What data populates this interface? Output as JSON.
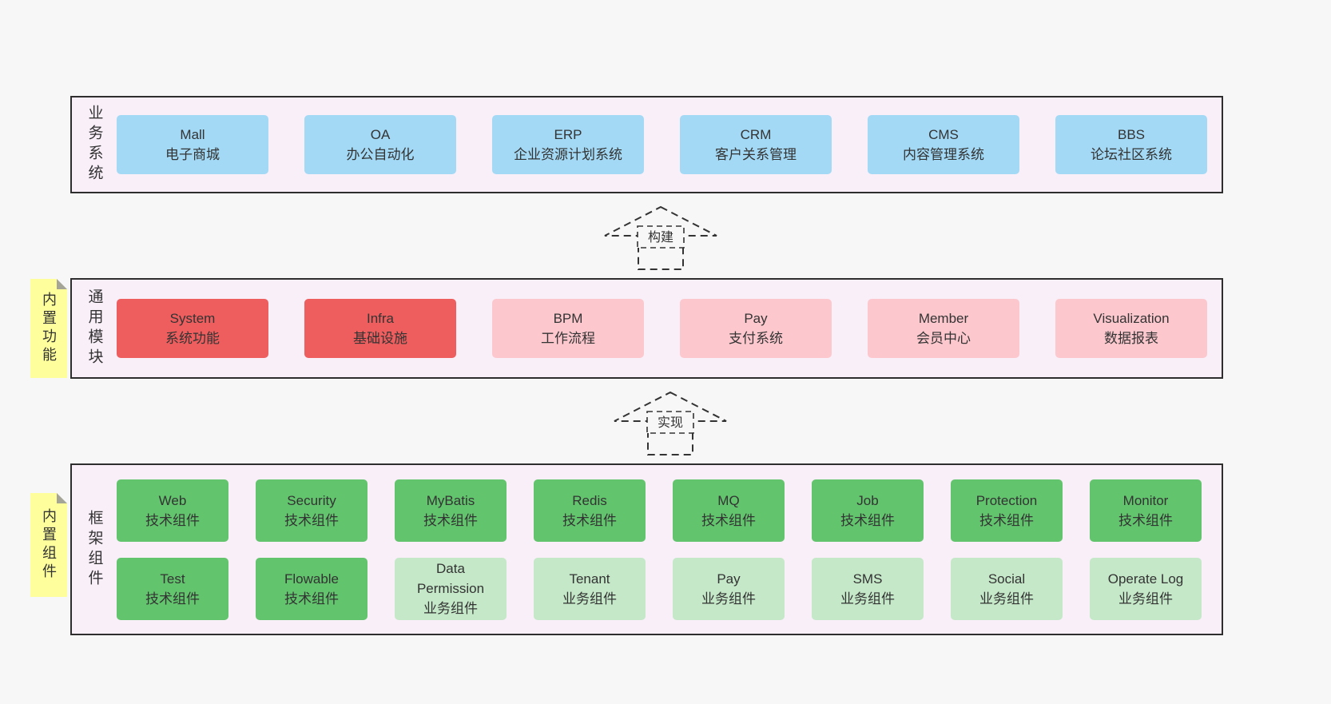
{
  "page": {
    "background": "#f7f7f7"
  },
  "colors": {
    "page_bg": "#f7f7f7",
    "panel_bg": "#f9eff8",
    "panel_border": "#2e2e2e",
    "blue": "#a3d9f5",
    "red": "#ee5e5e",
    "pink": "#fcc8ce",
    "green": "#62c46d",
    "green_light": "#c5e8c8",
    "note_yellow": "#feff9c",
    "text": "#333333"
  },
  "business_layer": {
    "label": "业务系统",
    "boxes": [
      {
        "title": "Mall",
        "subtitle": "电子商城"
      },
      {
        "title": "OA",
        "subtitle": "办公自动化"
      },
      {
        "title": "ERP",
        "subtitle": "企业资源计划系统"
      },
      {
        "title": "CRM",
        "subtitle": "客户关系管理"
      },
      {
        "title": "CMS",
        "subtitle": "内容管理系统"
      },
      {
        "title": "BBS",
        "subtitle": "论坛社区系统"
      }
    ]
  },
  "build_arrow": {
    "label": "构建"
  },
  "module_layer": {
    "label": "通用模块",
    "note": "内置功能",
    "boxes": [
      {
        "title": "System",
        "subtitle": "系统功能",
        "variant": "red"
      },
      {
        "title": "Infra",
        "subtitle": "基础设施",
        "variant": "red"
      },
      {
        "title": "BPM",
        "subtitle": "工作流程",
        "variant": "pink"
      },
      {
        "title": "Pay",
        "subtitle": "支付系统",
        "variant": "pink"
      },
      {
        "title": "Member",
        "subtitle": "会员中心",
        "variant": "pink"
      },
      {
        "title": "Visualization",
        "subtitle": "数据报表",
        "variant": "pink"
      }
    ]
  },
  "implement_arrow": {
    "label": "实现"
  },
  "component_layer": {
    "label": "框架组件",
    "note": "内置组件",
    "row1": [
      {
        "title": "Web",
        "subtitle": "技术组件",
        "variant": "green"
      },
      {
        "title": "Security",
        "subtitle": "技术组件",
        "variant": "green"
      },
      {
        "title": "MyBatis",
        "subtitle": "技术组件",
        "variant": "green"
      },
      {
        "title": "Redis",
        "subtitle": "技术组件",
        "variant": "green"
      },
      {
        "title": "MQ",
        "subtitle": "技术组件",
        "variant": "green"
      },
      {
        "title": "Job",
        "subtitle": "技术组件",
        "variant": "green"
      },
      {
        "title": "Protection",
        "subtitle": "技术组件",
        "variant": "green"
      },
      {
        "title": "Monitor",
        "subtitle": "技术组件",
        "variant": "green"
      }
    ],
    "row2": [
      {
        "title": "Test",
        "subtitle": "技术组件",
        "variant": "green"
      },
      {
        "title": "Flowable",
        "subtitle": "技术组件",
        "variant": "green"
      },
      {
        "title": "Data Permission",
        "subtitle": "业务组件",
        "variant": "green-light"
      },
      {
        "title": "Tenant",
        "subtitle": "业务组件",
        "variant": "green-light"
      },
      {
        "title": "Pay",
        "subtitle": "业务组件",
        "variant": "green-light"
      },
      {
        "title": "SMS",
        "subtitle": "业务组件",
        "variant": "green-light"
      },
      {
        "title": "Social",
        "subtitle": "业务组件",
        "variant": "green-light"
      },
      {
        "title": "Operate Log",
        "subtitle": "业务组件",
        "variant": "green-light"
      }
    ]
  }
}
